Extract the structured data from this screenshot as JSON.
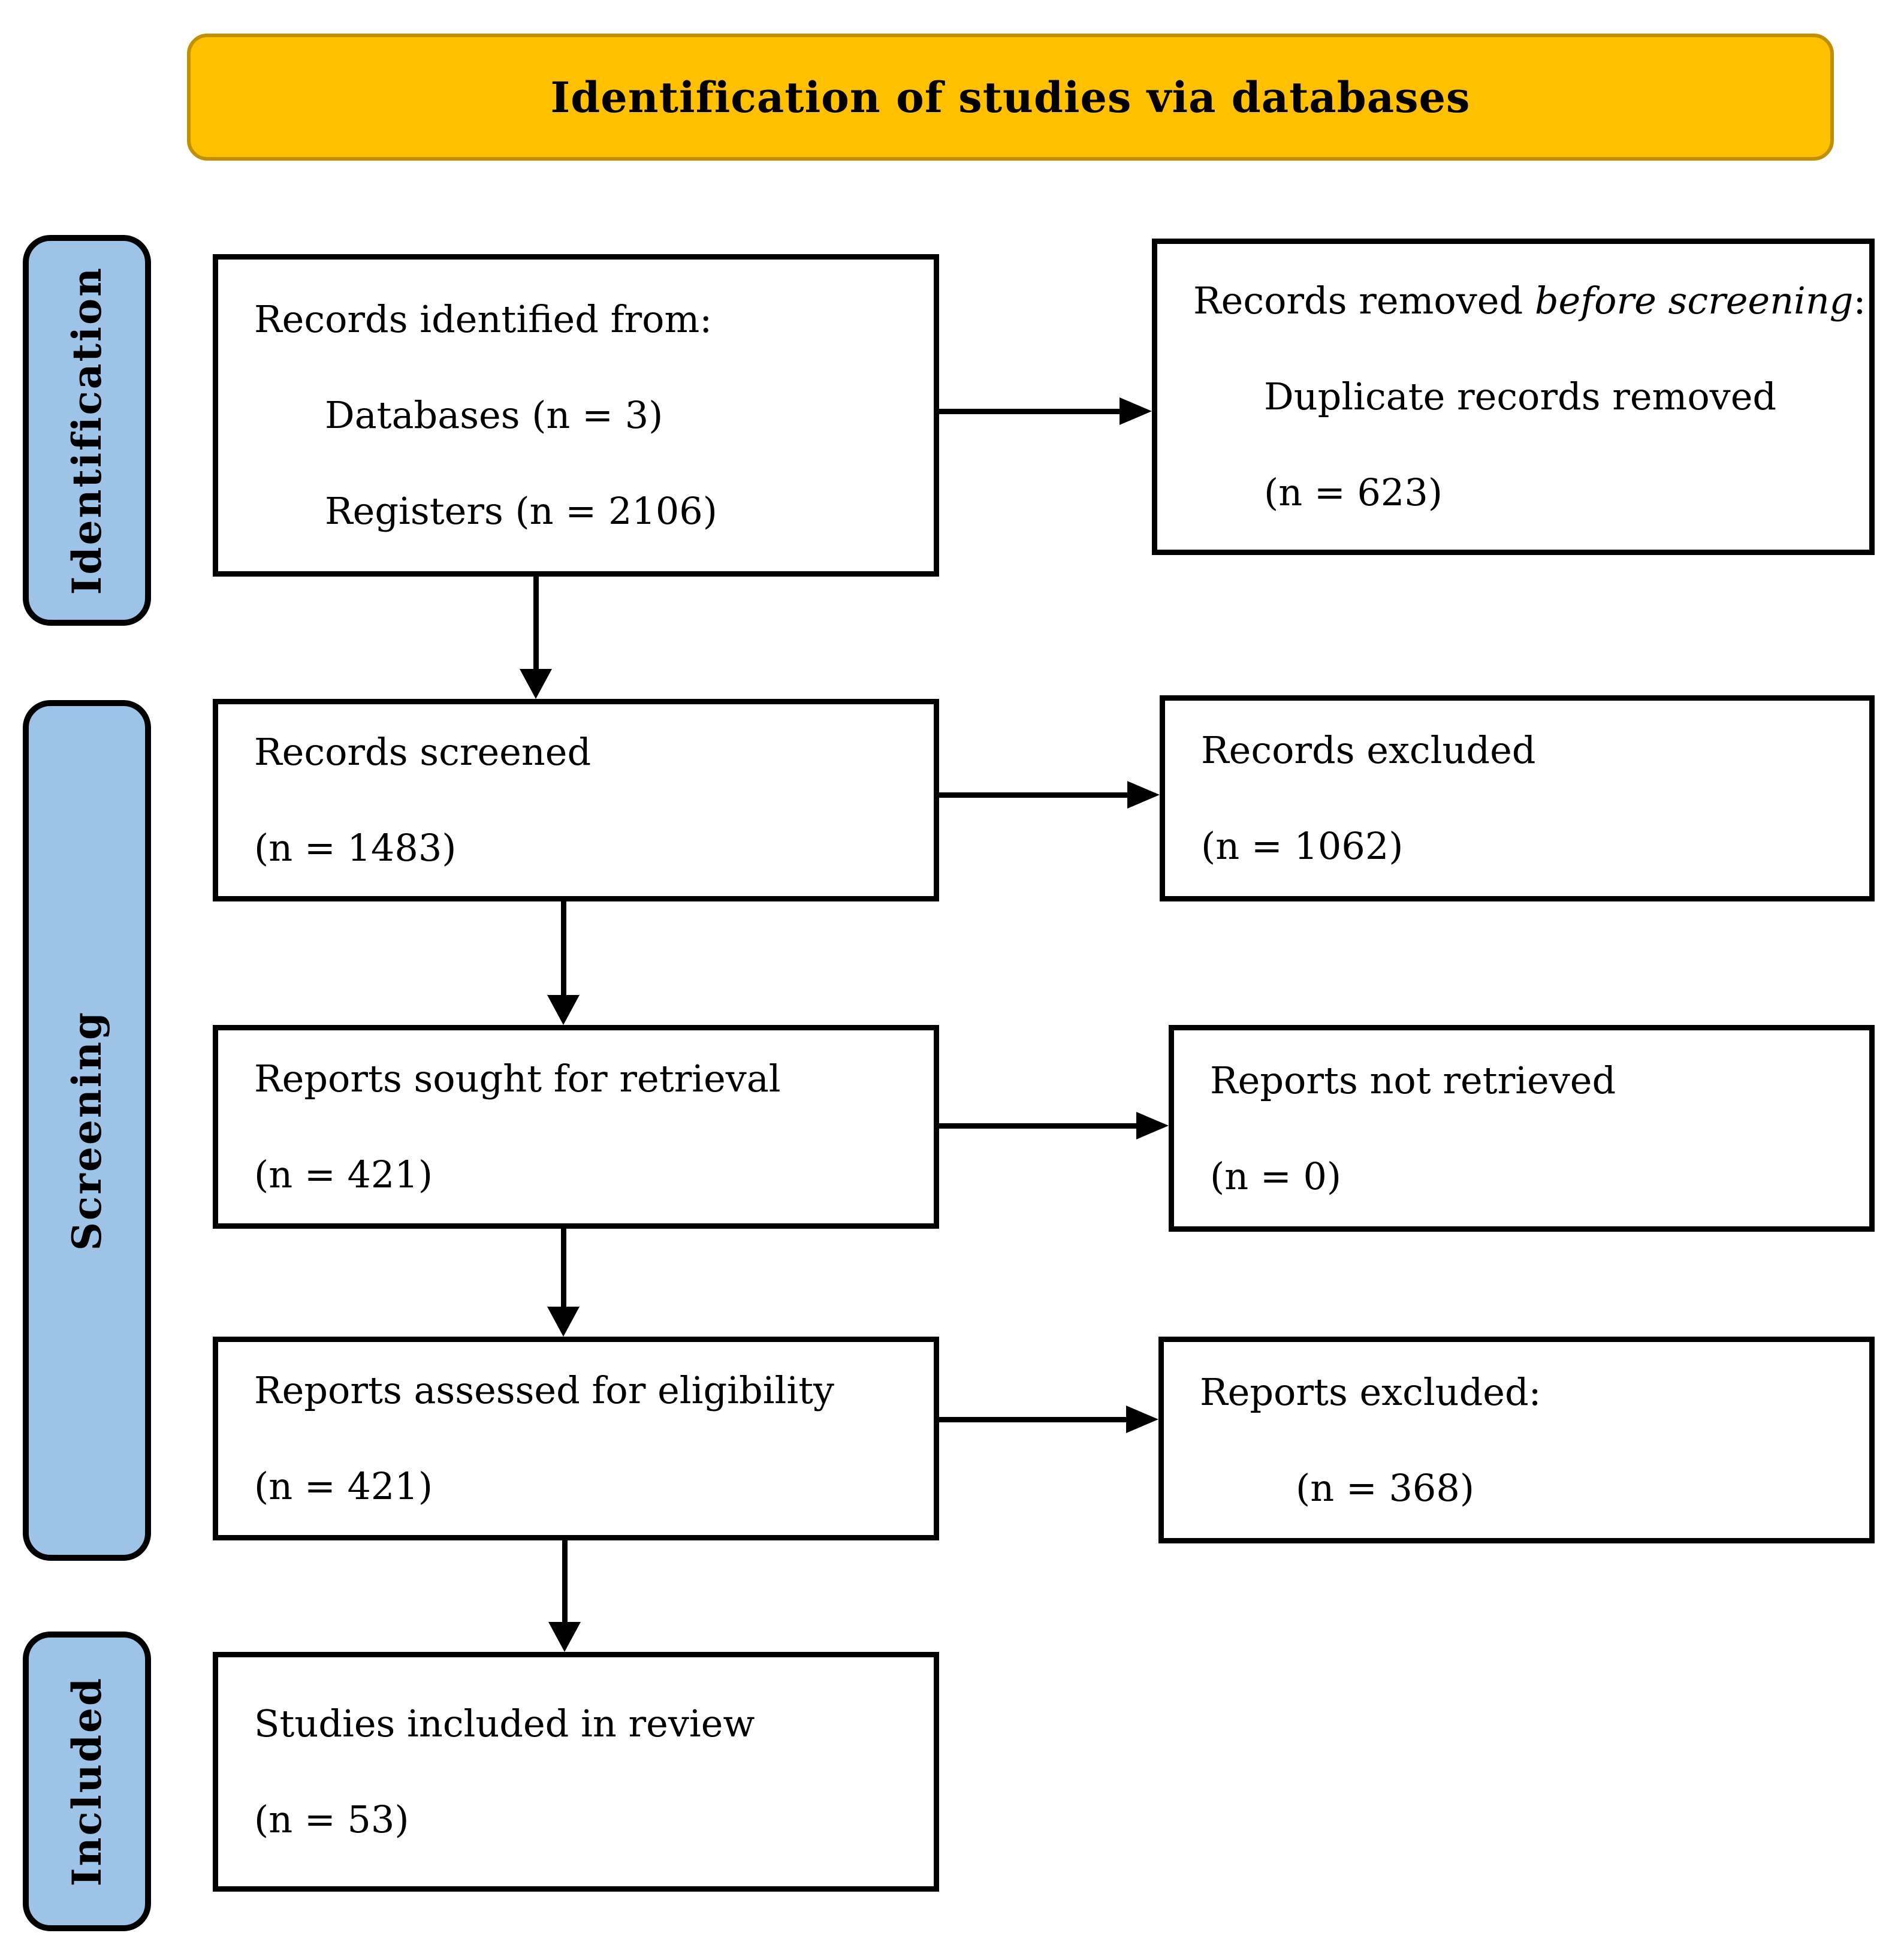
{
  "title": "Identification of studies via databases",
  "colors": {
    "title_fill": "#FFC000",
    "title_border": "#BF9000",
    "stage_fill": "#9DC3E6",
    "stage_border": "#000000",
    "box_border": "#000000",
    "ink": "#000000"
  },
  "stages": [
    {
      "label": "Identification"
    },
    {
      "label": "Screening"
    },
    {
      "label": "Included"
    }
  ],
  "boxes": {
    "records_identified": {
      "line1": "Records identified from:",
      "line2": "Databases (n = 3)",
      "line3": "Registers (n = 2106)"
    },
    "records_removed": {
      "line1_pre": "Records removed ",
      "line1_italic": "before screening",
      "line1_post": ":",
      "line2": "Duplicate records removed",
      "line3": "(n = 623)"
    },
    "records_screened": {
      "line1": "Records screened",
      "line2": "(n = 1483)"
    },
    "records_excluded": {
      "line1": "Records excluded",
      "line2": "(n = 1062)"
    },
    "reports_sought": {
      "line1": "Reports sought for retrieval",
      "line2": "(n = 421)"
    },
    "reports_not_retrieved": {
      "line1": "Reports not retrieved",
      "line2": "(n = 0)"
    },
    "reports_assessed": {
      "line1": "Reports assessed for eligibility",
      "line2": "(n = 421)"
    },
    "reports_excluded": {
      "line1": "Reports excluded:",
      "line2": "(n = 368)"
    },
    "studies_included": {
      "line1": "Studies included in review",
      "line2": "(n = 53)"
    }
  }
}
